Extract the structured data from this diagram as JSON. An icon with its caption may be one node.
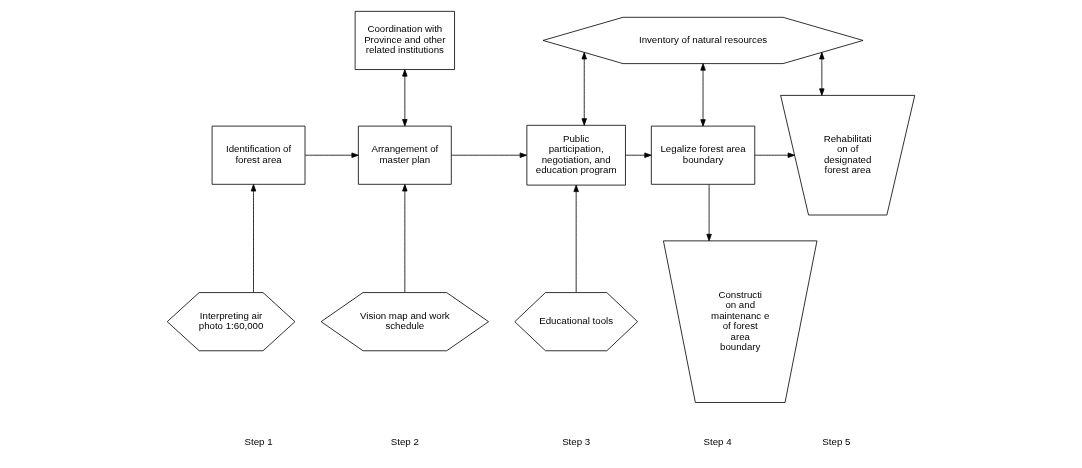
{
  "diagram": {
    "nodes": [
      {
        "text": [
          "Identification of forest area"
        ]
      },
      {
        "text": [
          "Arrangement of master plan"
        ]
      },
      {
        "text": [
          "Coordination with Province and other related institutions"
        ]
      },
      {
        "text": [
          "Public participation, negotiation, and education program"
        ]
      },
      {
        "text": [
          "Inventory of natural resources"
        ]
      },
      {
        "text": [
          "Legalize forest area boundary"
        ]
      },
      {
        "text": [
          "Rehabilitati on of designated forest area"
        ]
      },
      {
        "text": [
          "Constructi on and maintenanc e of forest area boundary"
        ]
      },
      {
        "text": [
          "Interpreting air photo 1:60,000"
        ]
      },
      {
        "text": [
          "Vision map and work schedule"
        ]
      },
      {
        "text": [
          "Educational tools"
        ]
      }
    ],
    "edges": [
      {
        "from": 8,
        "to": 0,
        "arrow": "to"
      },
      {
        "from": 0,
        "to": 1,
        "arrow": "to"
      },
      {
        "from": 9,
        "to": 1,
        "arrow": "to"
      },
      {
        "from": 2,
        "to": 1,
        "arrow": "both"
      },
      {
        "from": 1,
        "to": 3,
        "arrow": "to"
      },
      {
        "from": 10,
        "to": 3,
        "arrow": "to"
      },
      {
        "from": 4,
        "to": 3,
        "arrow": "both"
      },
      {
        "from": 3,
        "to": 5,
        "arrow": "to"
      },
      {
        "from": 4,
        "to": 5,
        "arrow": "both"
      },
      {
        "from": 5,
        "to": 6,
        "arrow": "to"
      },
      {
        "from": 5,
        "to": 7,
        "arrow": "to"
      },
      {
        "from": 4,
        "to": 6,
        "arrow": "both"
      }
    ],
    "labels": [
      "Step 1",
      "Step 2",
      "Step 3",
      "Step 4",
      "Step 5"
    ]
  }
}
